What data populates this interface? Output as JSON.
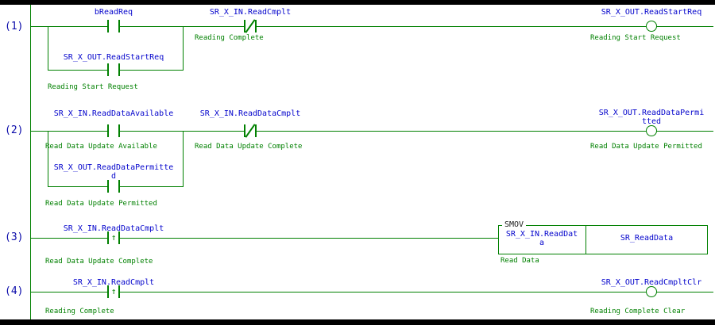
{
  "colors": {
    "wire": "#008000",
    "device_text": "#0404cc",
    "comment_text": "#008000",
    "rung_number_text": "#0a0aaa",
    "background": "#ffffff"
  },
  "symbols": {
    "rising_edge_arrow": "↑"
  },
  "rungs": [
    {
      "number": "(1)",
      "contact1": {
        "name1": "bReadReq"
      },
      "contact2": {
        "name1": "SR_X_IN.ReadCmplt",
        "comment": "Reading Complete"
      },
      "coil": {
        "name1": "SR_X_OUT.ReadStartReq",
        "comment": "Reading Start Request"
      },
      "branch": {
        "name1": "SR_X_OUT.ReadStartReq",
        "comment": "Reading Start Request"
      }
    },
    {
      "number": "(2)",
      "contact1": {
        "name1": "SR_X_IN.ReadDataAvailable",
        "comment": "Read Data Update Available"
      },
      "contact2": {
        "name1": "SR_X_IN.ReadDataCmplt",
        "comment": "Read Data Update Complete"
      },
      "coil": {
        "name1": "SR_X_OUT.ReadDataPermi",
        "name2": "tted",
        "comment": "Read Data Update Permitted"
      },
      "branch": {
        "name1": "SR_X_OUT.ReadDataPermitte",
        "name2": "d",
        "comment": "Read Data Update Permitted"
      }
    },
    {
      "number": "(3)",
      "contact1": {
        "name1": "SR_X_IN.ReadDataCmplt",
        "comment": "Read Data Update Complete"
      },
      "block": {
        "title": "SMOV",
        "operand1_line1": "SR_X_IN.ReadDat",
        "operand1_line2": "a",
        "operand2": "SR_ReadData",
        "comment": "Read Data"
      }
    },
    {
      "number": "(4)",
      "contact1": {
        "name1": "SR_X_IN.ReadCmplt",
        "comment": "Reading Complete"
      },
      "coil": {
        "name1": "SR_X_OUT.ReadCmpltClr",
        "comment": "Reading Complete Clear"
      }
    }
  ]
}
